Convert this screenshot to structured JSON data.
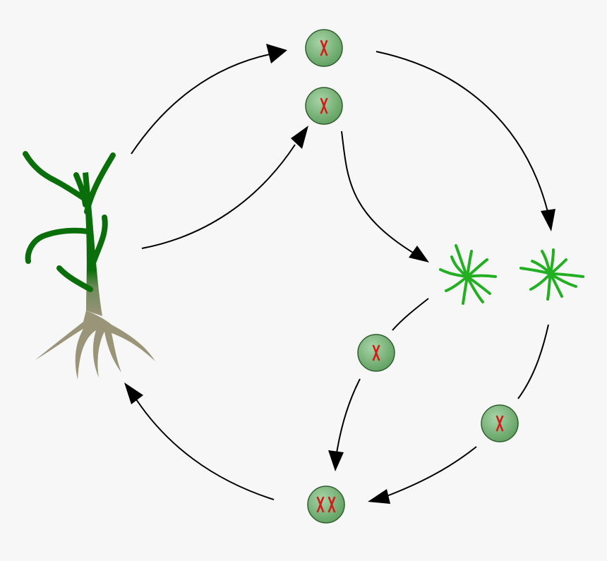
{
  "colors": {
    "background": "#f7f7f7",
    "arrow": "#000000",
    "cell_fill_light": "#a8d4a8",
    "cell_fill_dark": "#5e9e5e",
    "cell_stroke": "#2f5f2f",
    "chromosome": "#d41a1a",
    "sporophyte_green": "#0a6e0a",
    "root": "#9a9478",
    "gametophyte_green": "#22b022"
  },
  "icons": {
    "sporophyte": "plant-sporophyte-icon",
    "gametophyte": "gametophyte-icon",
    "haploid_cell": "haploid-cell-icon",
    "diploid_cell": "diploid-cell-icon"
  },
  "nodes": [
    {
      "id": "spore-top",
      "ploidy": "haploid",
      "chromosomes": 1
    },
    {
      "id": "spore-second",
      "ploidy": "haploid",
      "chromosomes": 1
    },
    {
      "id": "gamete-left",
      "ploidy": "haploid",
      "chromosomes": 1
    },
    {
      "id": "gamete-right",
      "ploidy": "haploid",
      "chromosomes": 1
    },
    {
      "id": "zygote",
      "ploidy": "diploid",
      "chromosomes": 2
    },
    {
      "id": "gametophyte-left",
      "kind": "gametophyte"
    },
    {
      "id": "gametophyte-right",
      "kind": "gametophyte"
    },
    {
      "id": "sporophyte",
      "kind": "sporophyte"
    }
  ],
  "edges": [
    {
      "from": "sporophyte",
      "to": "spore-top"
    },
    {
      "from": "sporophyte",
      "to": "spore-second"
    },
    {
      "from": "spore-top",
      "to": "gametophyte-right"
    },
    {
      "from": "spore-second",
      "to": "gametophyte-left"
    },
    {
      "from": "gametophyte-left",
      "to": "gamete-left"
    },
    {
      "from": "gamete-left",
      "to": "zygote"
    },
    {
      "from": "gametophyte-right",
      "to": "gamete-right"
    },
    {
      "from": "gamete-right",
      "to": "zygote"
    },
    {
      "from": "zygote",
      "to": "sporophyte"
    }
  ]
}
